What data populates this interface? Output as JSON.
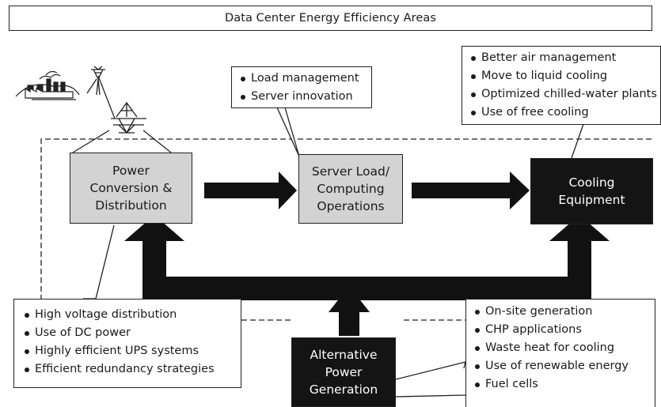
{
  "title": "Data Center Energy Efficiency Areas",
  "nodes": {
    "power": "Power\nConversion &\nDistribution",
    "server": "Server Load/\nComputing\nOperations",
    "cooling": "Cooling\nEquipment",
    "alternative": "Alternative\nPower\nGeneration"
  },
  "callouts": {
    "server": [
      "Load management",
      "Server innovation"
    ],
    "cooling": [
      "Better air management",
      "Move to liquid cooling",
      "Optimized chilled-water plants",
      "Use of free cooling"
    ],
    "power": [
      "High voltage distribution",
      "Use of DC power",
      "Highly efficient UPS systems",
      "Efficient redundancy strategies"
    ],
    "alternative": [
      "On-site generation",
      "CHP applications",
      "Waste heat for cooling",
      "Use of renewable energy",
      "Fuel cells"
    ]
  },
  "icons": [
    "power-plant-icon",
    "transmission-tower-icon"
  ],
  "colors": {
    "line": "#222222",
    "node_grey": "#d3d3d3",
    "node_dark": "#141414",
    "arrow": "#111111"
  }
}
